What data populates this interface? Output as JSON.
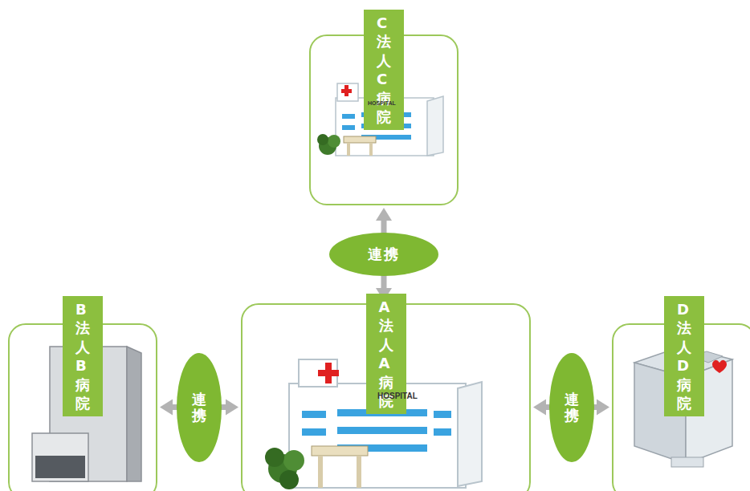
{
  "diagram": {
    "nodes": [
      {
        "text": [
          "C法人 C病院"
        ]
      },
      {
        "text": [
          "B法人 B病院"
        ]
      },
      {
        "text": [
          "A法人 A病院"
        ]
      },
      {
        "text": [
          "D法人 D病院"
        ]
      }
    ],
    "edges": [
      {
        "from": 2,
        "to": 0,
        "arrow": "both",
        "label": "連携"
      },
      {
        "from": 1,
        "to": 2,
        "arrow": "both",
        "label": "連携"
      },
      {
        "from": 2,
        "to": 3,
        "arrow": "both",
        "label": "連携"
      }
    ],
    "labels": [
      "HOSPITAL",
      "HOSPITAL"
    ]
  }
}
